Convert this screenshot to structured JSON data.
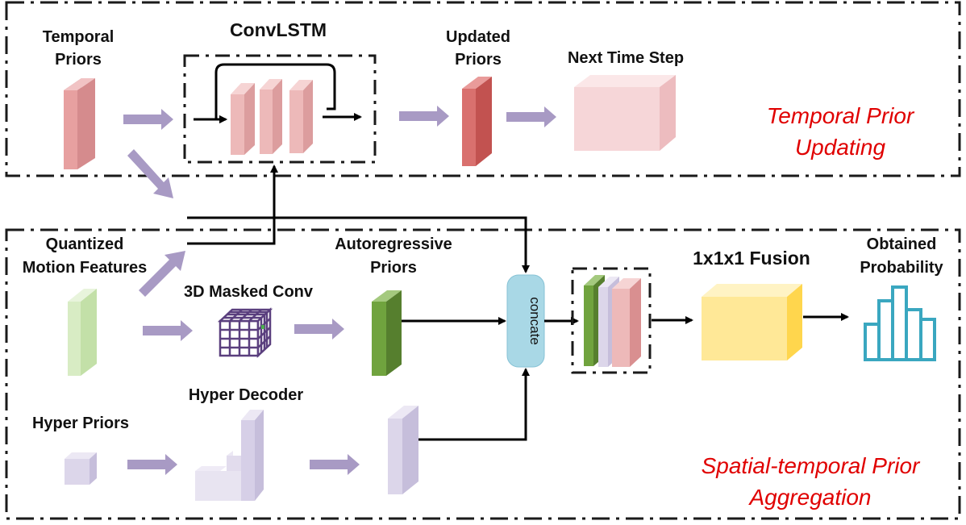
{
  "sections": {
    "top": {
      "title_line1": "Temporal Prior",
      "title_line2": "Updating"
    },
    "bottom": {
      "title_line1": "Spatial-temporal Prior",
      "title_line2": "Aggregation"
    }
  },
  "labels": {
    "temporal_priors_1": "Temporal",
    "temporal_priors_2": "Priors",
    "convlstm": "ConvLSTM",
    "updated_priors_1": "Updated",
    "updated_priors_2": "Priors",
    "next_time_step": "Next Time Step",
    "quantized_1": "Quantized",
    "quantized_2": "Motion Features",
    "masked_conv": "3D Masked Conv",
    "autoregressive_1": "Autoregressive",
    "autoregressive_2": "Priors",
    "concate": "concate",
    "fusion": "1x1x1 Fusion",
    "obtained_1": "Obtained",
    "obtained_2": "Probability",
    "hyper_decoder": "Hyper Decoder",
    "hyper_priors": "Hyper Priors"
  },
  "colors": {
    "temporal": "#e7a0a0",
    "updated": "#d9706e",
    "next_step": "#f6d6d8",
    "quantized": "#d8ecc4",
    "autoregressive": "#70a33e",
    "hyper": "#dcd6ea",
    "fusion": "#ffe897",
    "concat": "#a9d8e6",
    "flow_arrow": "#a89ac4",
    "probability": "#3aa7c0",
    "section_title": "#e00000"
  }
}
